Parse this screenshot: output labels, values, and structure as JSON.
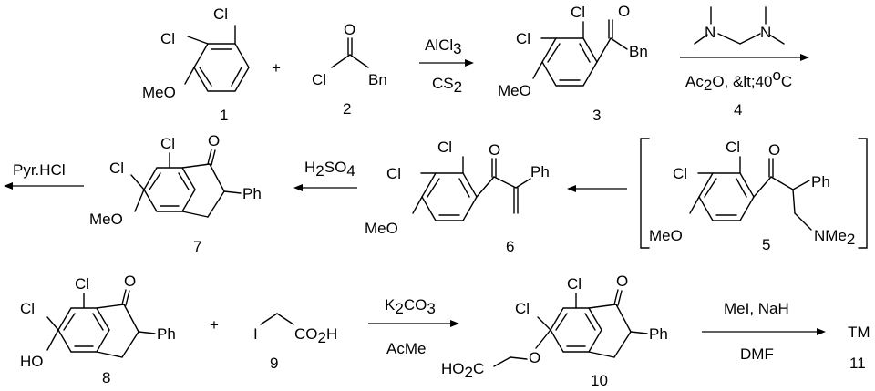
{
  "compounds": {
    "c1": {
      "number": "1",
      "substituents": {
        "cl_top": "Cl",
        "cl_left": "Cl",
        "ome": "MeO"
      }
    },
    "c2": {
      "number": "2",
      "atoms": {
        "o": "O",
        "cl": "Cl",
        "bn": "Bn"
      }
    },
    "c3": {
      "number": "3",
      "atoms": {
        "cl_top": "Cl",
        "cl_left": "Cl",
        "ome": "MeO",
        "o": "O",
        "bn": "Bn"
      }
    },
    "c4": {
      "number": "4",
      "atoms": {
        "n_left": "N",
        "n_right": "N"
      }
    },
    "c5": {
      "number": "5",
      "atoms": {
        "cl_top": "Cl",
        "cl_left": "Cl",
        "ome": "MeO",
        "o": "O",
        "ph": "Ph",
        "nme2": "NMe",
        "nme2_sub": "2"
      }
    },
    "c6": {
      "number": "6",
      "atoms": {
        "cl_top": "Cl",
        "cl_left": "Cl",
        "ome": "MeO",
        "o": "O",
        "ph": "Ph"
      }
    },
    "c7": {
      "number": "7",
      "atoms": {
        "cl_top": "Cl",
        "cl_left": "Cl",
        "ome": "MeO",
        "o": "O",
        "ph": "Ph"
      }
    },
    "c8": {
      "number": "8",
      "atoms": {
        "cl_top": "Cl",
        "cl_left": "Cl",
        "oh": "HO",
        "o": "O",
        "ph": "Ph"
      }
    },
    "c9": {
      "number": "9",
      "atoms": {
        "i": "I",
        "co2h": "CO",
        "co2h_sub": "2",
        "co2h_tail": "H"
      }
    },
    "c10": {
      "number": "10",
      "atoms": {
        "cl_top": "Cl",
        "cl_left": "Cl",
        "o": "O",
        "ph": "Ph",
        "ho2c_a": "HO",
        "ho2c_sub": "2",
        "ho2c_b": "C",
        "ether_o": "O"
      }
    },
    "c11": {
      "number": "11",
      "label": "TM"
    }
  },
  "plus_signs": {
    "row1": "+",
    "row3": "+"
  },
  "reagents": {
    "r1_above": "AlCl",
    "r1_above_sub": "3",
    "r1_below": "CS",
    "r1_below_sub": "2",
    "r2_below_a": "Ac",
    "r2_below_sub": "2",
    "r2_below_b": "O, &lt;40",
    "r2_below_sup": "o",
    "r2_below_c": "C",
    "r3_above": "H",
    "r3_above_sub": "2",
    "r3_above_b": "SO",
    "r3_above_sub2": "4",
    "r4_above": "Pyr.HCl",
    "r5_above": "K",
    "r5_above_sub": "2",
    "r5_above_b": "CO",
    "r5_above_sub2": "3",
    "r5_below": "AcMe",
    "r6_above": "MeI, NaH",
    "r6_below": "DMF"
  }
}
